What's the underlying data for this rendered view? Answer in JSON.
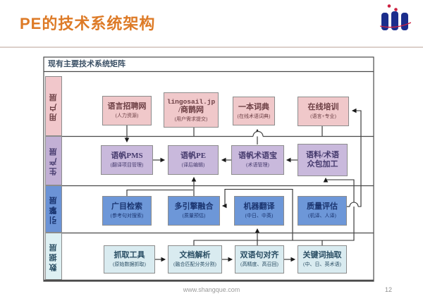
{
  "slide": {
    "title": "PE的技术系统架构",
    "footer": {
      "url": "www.shangque.com",
      "page": "12"
    }
  },
  "diagram": {
    "header": "现有主要技术系统矩阵",
    "layers": [
      {
        "name": "用户层",
        "boxes": [
          {
            "title": "语言招聘网",
            "title2": "",
            "subtitle": "(人力资源)"
          },
          {
            "title": "lingosail.jp",
            "title2": "/商鹊网",
            "subtitle": "(用户需求提交)"
          },
          {
            "title": "一本词典",
            "title2": "",
            "subtitle": "(在线术语词典)"
          },
          {
            "title": "在线培训",
            "title2": "",
            "subtitle": "(语言+专业)"
          }
        ]
      },
      {
        "name": "生产层",
        "boxes": [
          {
            "title": "语帆PMS",
            "title2": "",
            "subtitle": "(翻译项目管理)"
          },
          {
            "title": "语帆PE",
            "title2": "",
            "subtitle": "(译后编辑)"
          },
          {
            "title": "语帆术语宝",
            "title2": "",
            "subtitle": "(术语管理)"
          },
          {
            "title": "语料/术语",
            "title2": "众包加工",
            "subtitle": ""
          }
        ]
      },
      {
        "name": "引擎层",
        "boxes": [
          {
            "title": "广目检索",
            "title2": "",
            "subtitle": "(参考句对搜索)"
          },
          {
            "title": "多引擎融合",
            "title2": "",
            "subtitle": "(质量预估)"
          },
          {
            "title": "机器翻译",
            "title2": "",
            "subtitle": "(中日、中英)"
          },
          {
            "title": "质量评估",
            "title2": "",
            "subtitle": "(机译、人译)"
          }
        ]
      },
      {
        "name": "数据层",
        "boxes": [
          {
            "title": "抓取工具",
            "title2": "",
            "subtitle": "(原始数据抓取)"
          },
          {
            "title": "文档解析",
            "title2": "",
            "subtitle": "(融合匹配分类分割)"
          },
          {
            "title": "双语句对齐",
            "title2": "",
            "subtitle": "(高精度、高召回)"
          },
          {
            "title": "关键词抽取",
            "title2": "",
            "subtitle": "(中、日、英术语)"
          }
        ]
      }
    ]
  },
  "colors": {
    "accent_orange": "#dd7a26",
    "layer_user": "#f1c7cb",
    "layer_production": "#c2b0d5",
    "layer_engine": "#6b93d6",
    "layer_data": "#def0f3",
    "box_border": "#8c8c8c",
    "line": "#2b2b2b",
    "logo_navy": "#1b2d8c",
    "logo_red": "#cc2040"
  }
}
